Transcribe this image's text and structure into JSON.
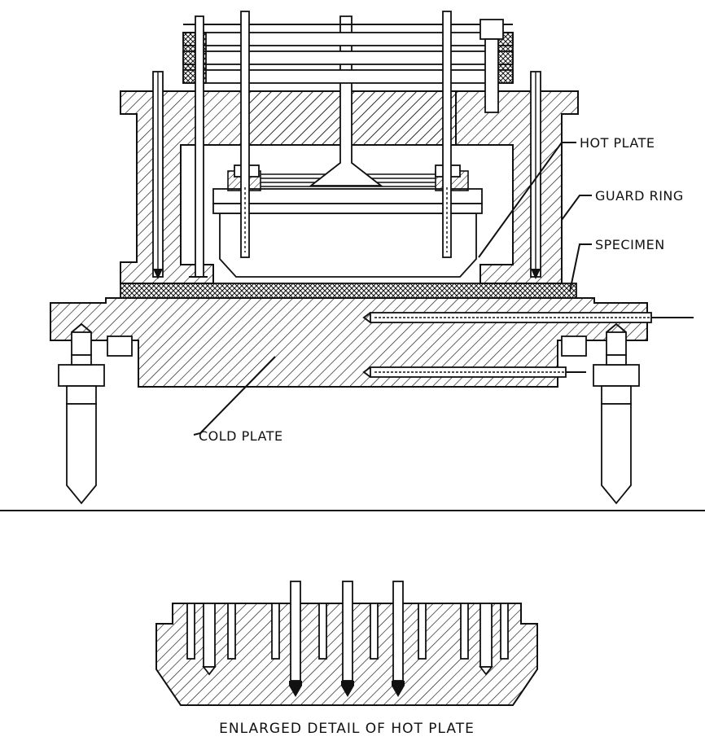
{
  "labels": {
    "hot_plate": "HOT PLATE",
    "guard_ring": "GUARD RING",
    "specimen": "SPECIMEN",
    "cold_plate": "COLD PLATE"
  },
  "caption": "ENLARGED DETAIL OF HOT PLATE"
}
